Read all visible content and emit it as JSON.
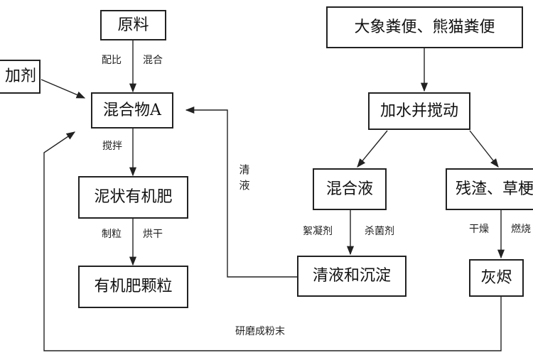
{
  "nodes": {
    "raw_material": "原料",
    "additive": "加剂",
    "mixture_a": "混合物A",
    "mud_fertilizer": "泥状有机肥",
    "fertilizer_granules": "有机肥颗粒",
    "feces": "大象粪便、熊猫粪便",
    "add_water_stir": "加水并搅动",
    "mixed_liquid": "混合液",
    "residue": "残渣、草梗",
    "clear_and_sediment": "清液和沉淀",
    "ash": "灰烬"
  },
  "edge_labels": {
    "ratio": "配比",
    "mix": "混合",
    "stir": "搅拌",
    "granulate": "制粒",
    "dry_bake": "烘干",
    "clear_liquid": "清液",
    "flocculant": "絮凝剂",
    "bactericide": "杀菌剂",
    "dry": "干燥",
    "burn": "燃烧",
    "grind_powder": "研磨成粉末"
  }
}
